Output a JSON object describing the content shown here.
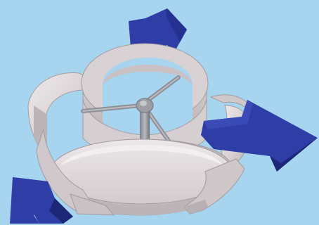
{
  "scene": {
    "subject": "impeller-with-diffuser-vanes",
    "colors": {
      "background": "#a7d4ee",
      "metal_light": "#e4dedf",
      "metal_mid": "#cdc5c7",
      "metal_dark": "#a59b9f",
      "metal_edge": "#8f878a",
      "rod": "#9c9ea4",
      "rod_dark": "#6f7278",
      "arrow": "#2f3ea6",
      "arrow_dark": "#1c2778"
    },
    "flow_arrows": [
      {
        "name": "flow-arrow-top",
        "direction": "up-right"
      },
      {
        "name": "flow-arrow-right",
        "direction": "right"
      },
      {
        "name": "flow-arrow-bottom-left",
        "direction": "down-left"
      }
    ]
  }
}
